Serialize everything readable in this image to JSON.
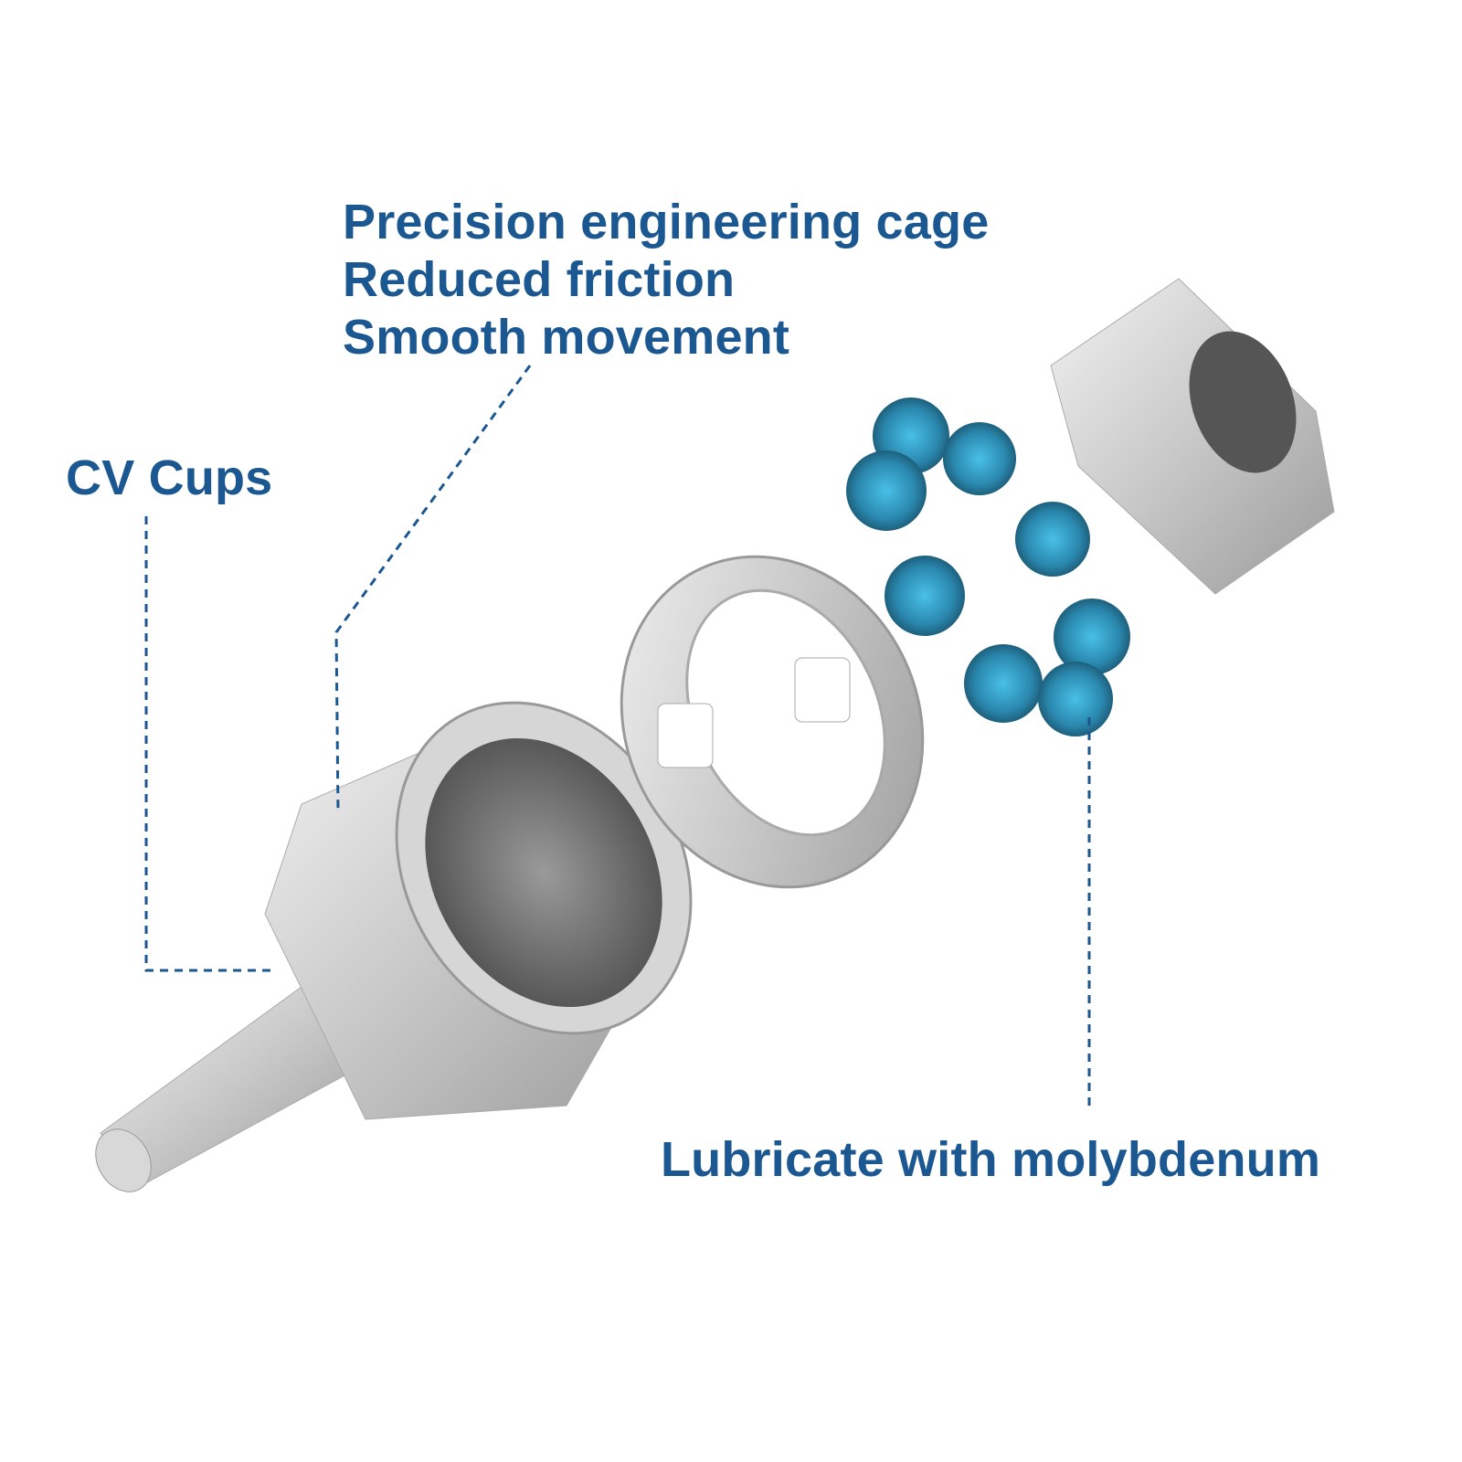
{
  "labels": {
    "cage_lines": [
      "Precision engineering cage",
      "Reduced friction",
      "Smooth movement"
    ],
    "cv_cups": "CV Cups",
    "lubricate": "Lubricate with molybdenum"
  },
  "colors": {
    "text": "#1b5791",
    "ball": "#2e9bc4",
    "metal": "#c9c9c9"
  }
}
